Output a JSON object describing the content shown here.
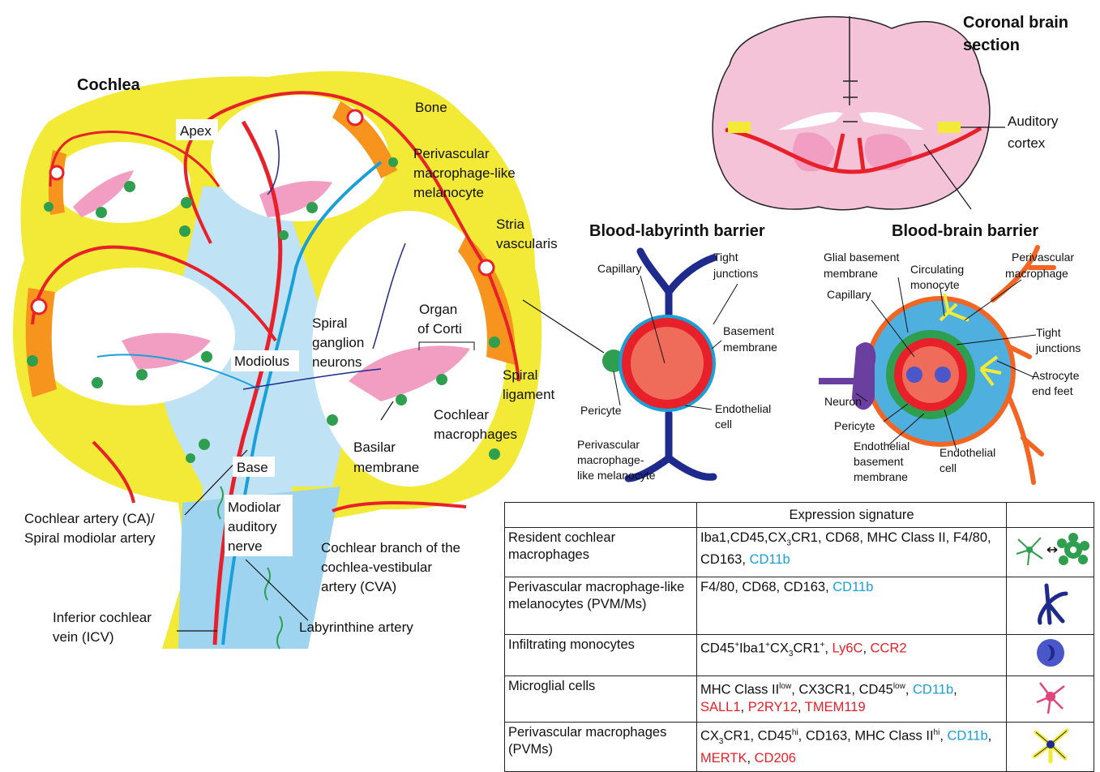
{
  "titles": {
    "cochlea": "Cochlea",
    "coronal": [
      "Coronal brain",
      "section"
    ],
    "blb": "Blood-labyrinth barrier",
    "bbb": "Blood-brain barrier"
  },
  "cochlea_labels": {
    "apex": "Apex",
    "bone": "Bone",
    "pvm_melanocyte": [
      "Perivascular",
      "macrophage-like",
      "melanocyte"
    ],
    "stria": [
      "Stria",
      "vascularis"
    ],
    "organ_corti": [
      "Organ",
      "of Corti"
    ],
    "spiral_ganglion": [
      "Spiral",
      "ganglion",
      "neurons"
    ],
    "modiolus": "Modiolus",
    "spiral_ligament": [
      "Spiral",
      "ligament"
    ],
    "cochlear_macrophages": [
      "Cochlear",
      "macrophages"
    ],
    "basilar": [
      "Basilar",
      "membrane"
    ],
    "base": "Base",
    "modiolar_nerve": [
      "Modiolar",
      "auditory",
      "nerve"
    ],
    "cochlear_artery": [
      "Cochlear artery (CA)/",
      "Spiral modiolar artery"
    ],
    "cva": [
      "Cochlear branch of the",
      "cochlea-vestibular",
      "artery (CVA)"
    ],
    "icv": [
      "Inferior cochlear",
      "vein (ICV)"
    ],
    "labyrinthine": "Labyrinthine artery"
  },
  "brain_labels": {
    "auditory_cortex": [
      "Auditory",
      "cortex"
    ]
  },
  "blb_labels": {
    "capillary": "Capillary",
    "tight": [
      "Tight",
      "junctions"
    ],
    "basement": [
      "Basement",
      "membrane"
    ],
    "pericyte": "Pericyte",
    "endothelial": [
      "Endothelial",
      "cell"
    ],
    "pvm": [
      "Perivascular",
      "macrophage-",
      "like melanocyte"
    ]
  },
  "bbb_labels": {
    "glial": [
      "Glial basement",
      "membrane"
    ],
    "circulating": [
      "Circulating",
      "monocyte"
    ],
    "perivascular": [
      "Perivascular",
      "macrophage"
    ],
    "capillary": "Capillary",
    "tight": [
      "Tight",
      "junctions"
    ],
    "astrocyte": [
      "Astrocyte",
      "end feet"
    ],
    "neuron": "Neuron",
    "pericyte": "Pericyte",
    "endo_basement": [
      "Endothelial",
      "basement",
      "membrane"
    ],
    "endothelial": [
      "Endothelial",
      "cell"
    ]
  },
  "table": {
    "header": "Expression signature",
    "rows": [
      {
        "name": "Resident cochlear macrophages",
        "sig": [
          {
            "t": "Iba1,CD45,CX",
            "c": ""
          },
          {
            "t": "3",
            "c": "",
            "sub": true
          },
          {
            "t": "CR1, CD68, MHC Class II, F4/80, CD163, ",
            "c": ""
          },
          {
            "t": "CD11b",
            "c": "blue"
          }
        ],
        "icon": "resident-macrophage-icon"
      },
      {
        "name": "Perivascular macrophage-like melanocytes (PVM/Ms)",
        "sig": [
          {
            "t": "F4/80, CD68, CD163, ",
            "c": ""
          },
          {
            "t": "CD11b",
            "c": "blue"
          }
        ],
        "icon": "melanocyte-icon"
      },
      {
        "name": "Infiltrating monocytes",
        "sig": [
          {
            "t": "CD45",
            "c": ""
          },
          {
            "t": "+",
            "c": "",
            "sup": true
          },
          {
            "t": "Iba1",
            "c": ""
          },
          {
            "t": "+",
            "c": "",
            "sup": true
          },
          {
            "t": "CX",
            "c": ""
          },
          {
            "t": "3",
            "c": "",
            "sub": true
          },
          {
            "t": "CR1",
            "c": ""
          },
          {
            "t": "+",
            "c": "",
            "sup": true
          },
          {
            "t": ", ",
            "c": ""
          },
          {
            "t": "Ly6C",
            "c": "red"
          },
          {
            "t": ", ",
            "c": ""
          },
          {
            "t": "CCR2",
            "c": "red"
          }
        ],
        "icon": "monocyte-icon"
      },
      {
        "name": "Microglial cells",
        "sig": [
          {
            "t": "MHC Class II",
            "c": ""
          },
          {
            "t": "low",
            "c": "",
            "sup": true
          },
          {
            "t": ", CX3CR1, CD45",
            "c": ""
          },
          {
            "t": "low",
            "c": "",
            "sup": true
          },
          {
            "t": ", ",
            "c": ""
          },
          {
            "t": "CD11b",
            "c": "blue"
          },
          {
            "t": ", ",
            "c": ""
          },
          {
            "t": "SALL1",
            "c": "red"
          },
          {
            "t": ",  ",
            "c": ""
          },
          {
            "t": "P2RY12",
            "c": "red"
          },
          {
            "t": ", ",
            "c": ""
          },
          {
            "t": "TMEM119",
            "c": "red"
          }
        ],
        "icon": "microglia-icon"
      },
      {
        "name": "Perivascular macrophages (PVMs)",
        "sig": [
          {
            "t": "CX",
            "c": ""
          },
          {
            "t": "3",
            "c": "",
            "sub": true
          },
          {
            "t": "CR1, CD45",
            "c": ""
          },
          {
            "t": "hi",
            "c": "",
            "sup": true
          },
          {
            "t": ", CD163, MHC Class II",
            "c": ""
          },
          {
            "t": "hi",
            "c": "",
            "sup": true
          },
          {
            "t": ", ",
            "c": ""
          },
          {
            "t": "CD11b",
            "c": "blue"
          },
          {
            "t": ", ",
            "c": ""
          },
          {
            "t": "MERTK",
            "c": "red"
          },
          {
            "t": ", ",
            "c": ""
          },
          {
            "t": "CD206",
            "c": "red"
          }
        ],
        "icon": "pvm-icon"
      }
    ]
  },
  "colors": {
    "bone": "#f2ea36",
    "artery": "#e8202a",
    "vein": "#1aa0d8",
    "stria": "#f7941d",
    "fluid": "#bfe3f5",
    "organ": "#f19ec2",
    "macrophage": "#2e9e4f",
    "melanocyte": "#1e2a8c",
    "brain": "#f4c3d8"
  }
}
